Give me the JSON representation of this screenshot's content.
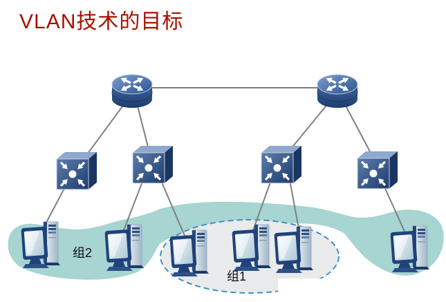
{
  "title": {
    "text": "VLAN技术的目标",
    "color": "#a81000"
  },
  "diagram": {
    "routers": [
      {
        "id": "router-1"
      },
      {
        "id": "router-2"
      }
    ],
    "switches": [
      {
        "id": "switch-1"
      },
      {
        "id": "switch-2"
      },
      {
        "id": "switch-3"
      },
      {
        "id": "switch-4"
      }
    ],
    "computers": [
      {
        "id": "pc-1",
        "group": "组2"
      },
      {
        "id": "pc-2",
        "group": "组2"
      },
      {
        "id": "pc-3",
        "group": "组1"
      },
      {
        "id": "pc-4",
        "group": "组1"
      },
      {
        "id": "pc-5",
        "group": "组1"
      },
      {
        "id": "pc-6",
        "group": "组2"
      }
    ],
    "groups": [
      {
        "id": "group-1",
        "label": "组1",
        "shape": "dashed-ellipse",
        "fill": "#e9eaeb",
        "border": "#3e8fc4",
        "members": [
          "pc-3",
          "pc-4",
          "pc-5"
        ]
      },
      {
        "id": "group-2",
        "label": "组2",
        "shape": "freeform-ribbon",
        "fill": "#a7d5d1",
        "members": [
          "pc-1",
          "pc-2",
          "pc-6"
        ]
      }
    ],
    "links": [
      {
        "from": "router-1",
        "to": "router-2"
      },
      {
        "from": "router-1",
        "to": "switch-1"
      },
      {
        "from": "router-1",
        "to": "switch-2"
      },
      {
        "from": "router-2",
        "to": "switch-3"
      },
      {
        "from": "router-2",
        "to": "switch-4"
      },
      {
        "from": "switch-1",
        "to": "pc-1"
      },
      {
        "from": "switch-2",
        "to": "pc-2"
      },
      {
        "from": "switch-2",
        "to": "pc-3"
      },
      {
        "from": "switch-3",
        "to": "pc-4"
      },
      {
        "from": "switch-3",
        "to": "pc-5"
      },
      {
        "from": "switch-4",
        "to": "pc-6"
      }
    ],
    "colors": {
      "device_blue": "#2a4d85",
      "link_gray": "#7f7f7f"
    }
  }
}
